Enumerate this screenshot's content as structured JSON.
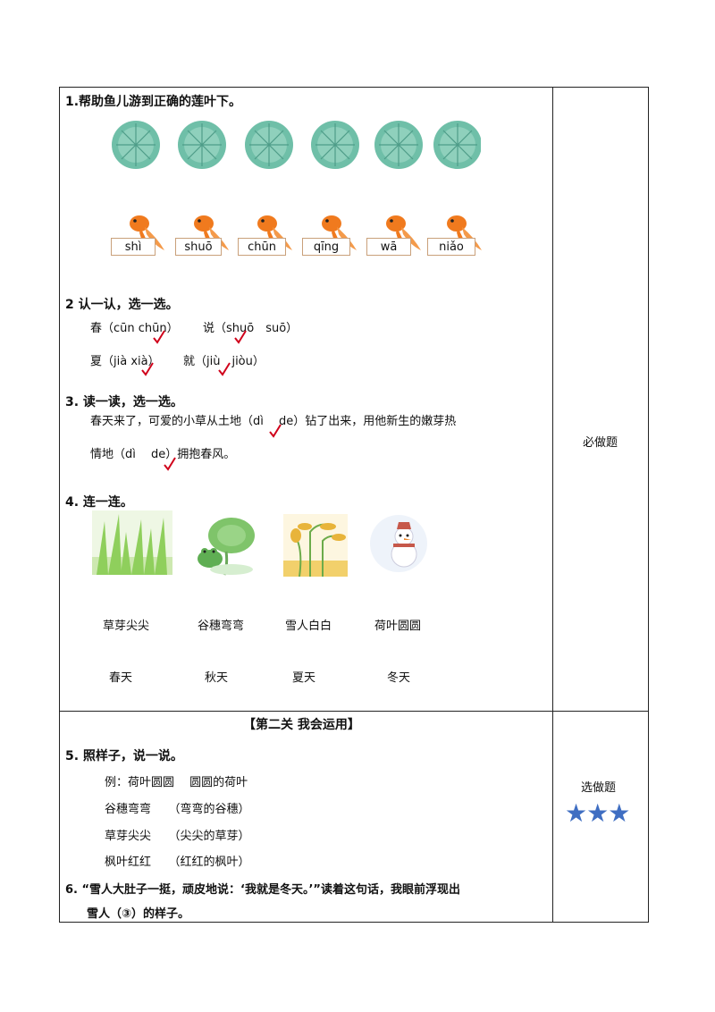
{
  "q1": {
    "title": "1.帮助鱼儿游到正确的莲叶下。",
    "pinyin": [
      "shì",
      "shuō",
      "chūn",
      "qīng",
      "wā",
      "niǎo"
    ]
  },
  "q2": {
    "title": "2 认一认，选一选。",
    "row1a": "春（cūn chūn）",
    "row1b": "说（shuō　suō）",
    "row2a": "夏（jià xià）",
    "row2b": "就（jiù　jiòu）"
  },
  "q3": {
    "title": "3. 读一读，选一选。",
    "line1": "春天来了，可爱的小草从土地（dì　 de）钻了出来，用他新生的嫩芽热",
    "line2": "情地（dì　 de）拥抱春风。"
  },
  "q4": {
    "title": "4. 连一连。",
    "phrases": [
      "草芽尖尖",
      "谷穗弯弯",
      "雪人白白",
      "荷叶圆圆"
    ],
    "seasons": [
      "春天",
      "秋天",
      "夏天",
      "冬天"
    ]
  },
  "side": {
    "required": "必做题",
    "optional": "选做题",
    "stars": "★★★"
  },
  "section2": {
    "title": "【第二关  我会运用】"
  },
  "q5": {
    "title": "5. 照样子，说一说。",
    "example": "例：荷叶圆圆　 圆圆的荷叶",
    "lines": [
      "谷穗弯弯　　（弯弯的谷穗）",
      "草芽尖尖　　（尖尖的草芽）",
      "枫叶红红　　（红红的枫叶）"
    ]
  },
  "q6": {
    "line1": "6. “雪人大肚子一挺，顽皮地说：‘我就是冬天。’”读着这句话，我眼前浮现出",
    "line2": "雪人（③）的样子。"
  },
  "colors": {
    "leaf": "#6fbfa8",
    "fish": "#f07a1e",
    "check": "#d0021b",
    "star": "#3f6ec2"
  }
}
